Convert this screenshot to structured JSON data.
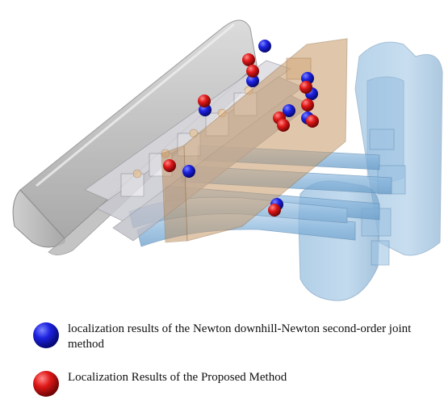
{
  "legend": {
    "items": [
      {
        "label": "localization results of the Newton downhill-Newton second-order joint method",
        "color": "#1d1fd6"
      },
      {
        "label": "Localization Results of the Proposed Method",
        "color": "#e01818"
      }
    ]
  },
  "colors": {
    "rail": "#a9a9a9",
    "plate": "#c79a6a",
    "pipes": "#86b6dc",
    "blocks": "#cfcfd6"
  },
  "points": {
    "newton": [
      [
        328,
        57
      ],
      [
        313,
        100
      ],
      [
        381,
        97
      ],
      [
        386,
        116
      ],
      [
        358,
        137
      ],
      [
        381,
        146
      ],
      [
        254,
        136
      ],
      [
        234,
        212
      ],
      [
        343,
        253
      ]
    ],
    "proposed": [
      [
        308,
        74
      ],
      [
        313,
        88
      ],
      [
        379,
        108
      ],
      [
        381,
        130
      ],
      [
        346,
        146
      ],
      [
        351,
        155
      ],
      [
        387,
        150
      ],
      [
        253,
        125
      ],
      [
        210,
        205
      ],
      [
        340,
        260
      ]
    ]
  }
}
